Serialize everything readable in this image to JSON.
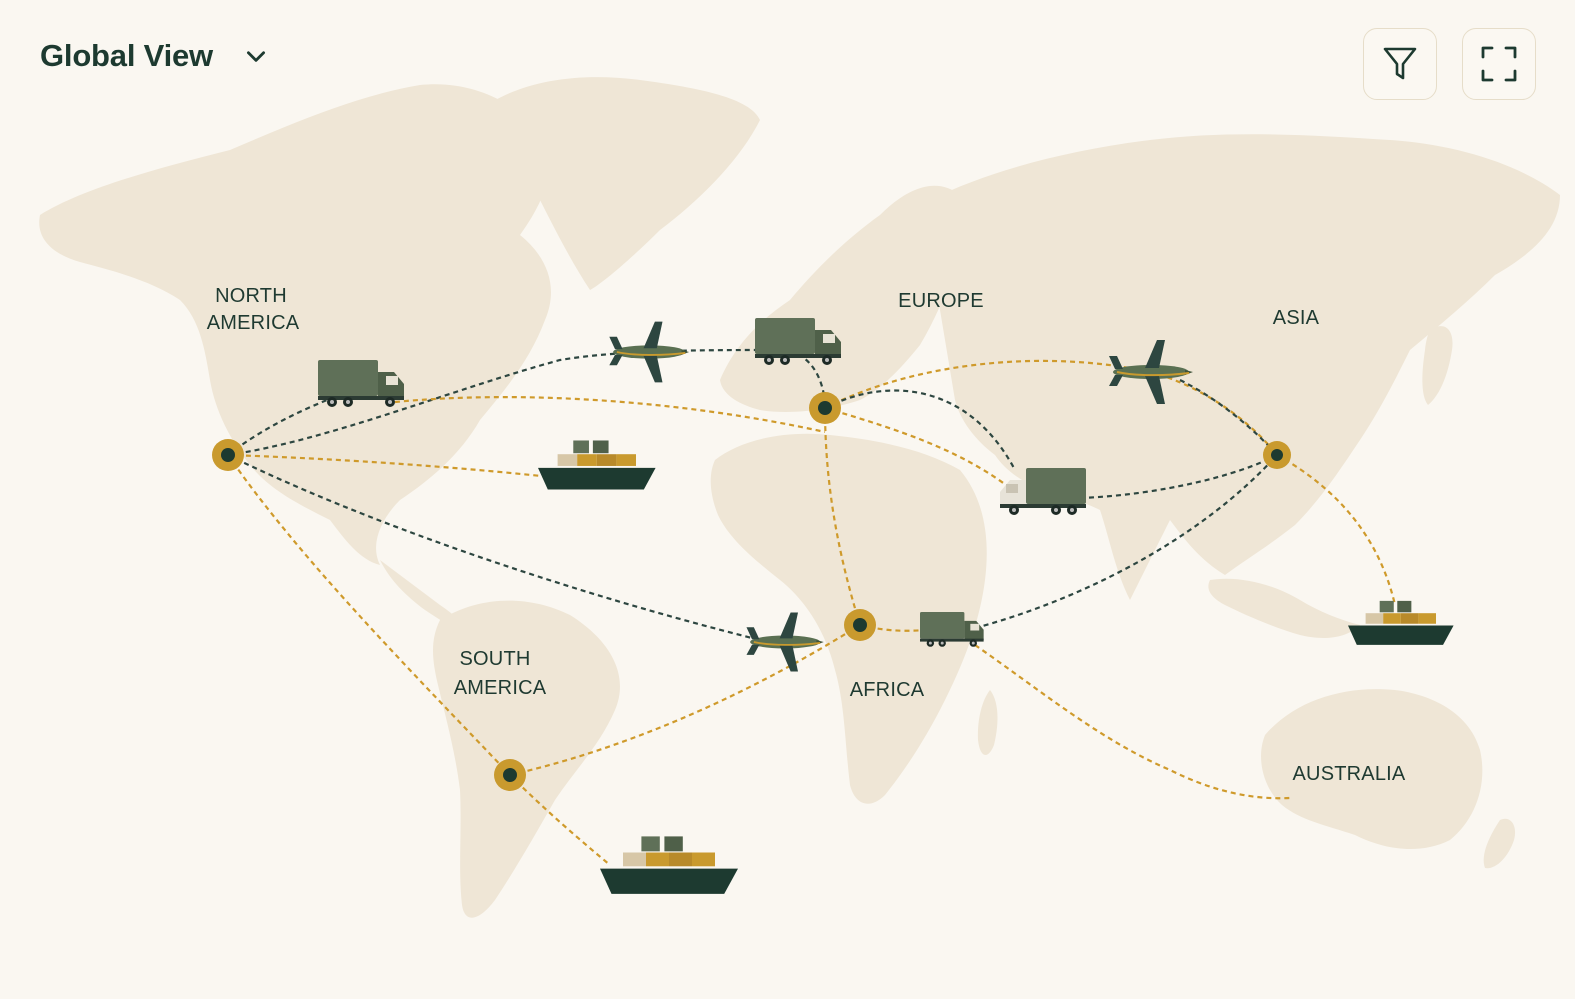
{
  "header": {
    "title": "Global View",
    "dropdown_icon": "chevron-down-icon"
  },
  "toolbar": {
    "filter_icon": "filter-icon",
    "fullscreen_icon": "fullscreen-icon"
  },
  "regions": {
    "north_america": [
      "NORTH",
      "AMERICA"
    ],
    "south_america": [
      "SOUTH",
      "AMERICA"
    ],
    "europe": "EUROPE",
    "africa": "AFRICA",
    "asia": "ASIA",
    "australia": "AUSTRALIA"
  },
  "colors": {
    "background": "#faf7f1",
    "land": "#efe6d6",
    "primary_dark": "#1d3a30",
    "hub_gold": "#c99a2e",
    "route_gold": "#cf9a2b",
    "route_dark": "#2d4640",
    "vehicle_green": "#5f7058"
  },
  "legend_note": {
    "route_styles": [
      "dark-dashed",
      "gold-dashed"
    ],
    "vehicle_types": [
      "truck-icon",
      "airplane-icon",
      "ship-icon"
    ]
  }
}
